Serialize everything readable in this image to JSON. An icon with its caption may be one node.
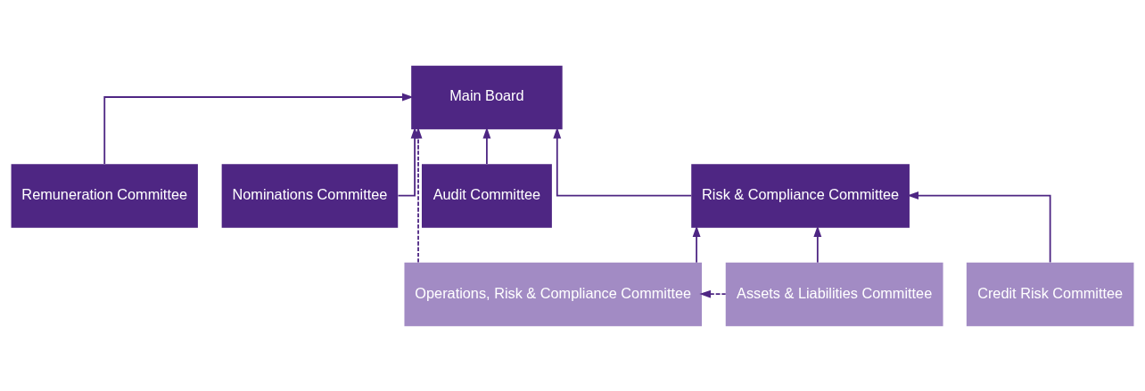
{
  "diagram": {
    "nodes": [
      {
        "text": [
          "Main Board"
        ]
      },
      {
        "text": [
          "Remuneration Committee"
        ]
      },
      {
        "text": [
          "Nominations Committee"
        ]
      },
      {
        "text": [
          "Audit Committee"
        ]
      },
      {
        "text": [
          "Risk & Compliance Committee"
        ]
      },
      {
        "text": [
          "Operations, Risk & Compliance Committee"
        ]
      },
      {
        "text": [
          "Assets & Liabilities Committee"
        ]
      },
      {
        "text": [
          "Credit Risk Committee"
        ]
      }
    ],
    "edges": [
      {
        "from": 1,
        "to": 0,
        "arrow": "to"
      },
      {
        "from": 2,
        "to": 0,
        "arrow": "to"
      },
      {
        "from": 5,
        "to": 0,
        "arrow": "to",
        "style": "dashed"
      },
      {
        "from": 3,
        "to": 0,
        "arrow": "to"
      },
      {
        "from": 4,
        "to": 0,
        "arrow": "to"
      },
      {
        "from": 5,
        "to": 4,
        "arrow": "to"
      },
      {
        "from": 6,
        "to": 4,
        "arrow": "to"
      },
      {
        "from": 7,
        "to": 4,
        "arrow": "to"
      },
      {
        "from": 6,
        "to": 5,
        "arrow": "to",
        "style": "dashed"
      }
    ]
  }
}
